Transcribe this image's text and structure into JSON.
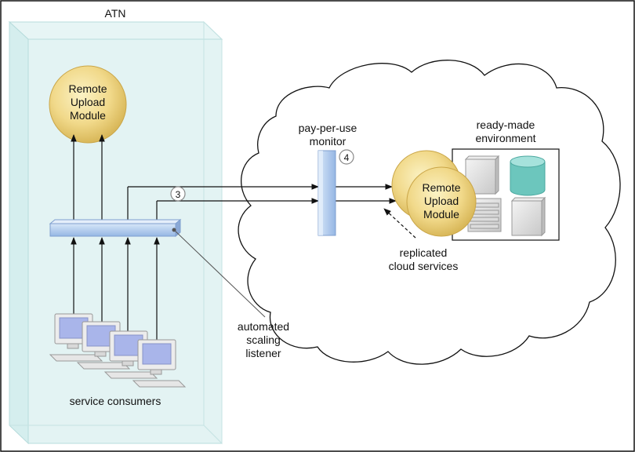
{
  "title": "ATN",
  "left_module": {
    "line1": "Remote",
    "line2": "Upload",
    "line3": "Module"
  },
  "right_module": {
    "line1": "Remote",
    "line2": "Upload",
    "line3": "Module"
  },
  "monitor": {
    "line1": "pay-per-use",
    "line2": "monitor",
    "step": "4"
  },
  "environment": {
    "line1": "ready-made",
    "line2": "environment"
  },
  "replicated": {
    "line1": "replicated",
    "line2": "cloud services"
  },
  "listener": {
    "line1": "automated",
    "line2": "scaling",
    "line3": "listener",
    "step": "3"
  },
  "consumers_label": "service consumers",
  "colors": {
    "container_fill": "#dff2f2",
    "module_fill": "#f2dc8a",
    "listener_bar": "#a9c4ea",
    "database": "#6ec9c0",
    "screen": "#a9b5ea"
  }
}
